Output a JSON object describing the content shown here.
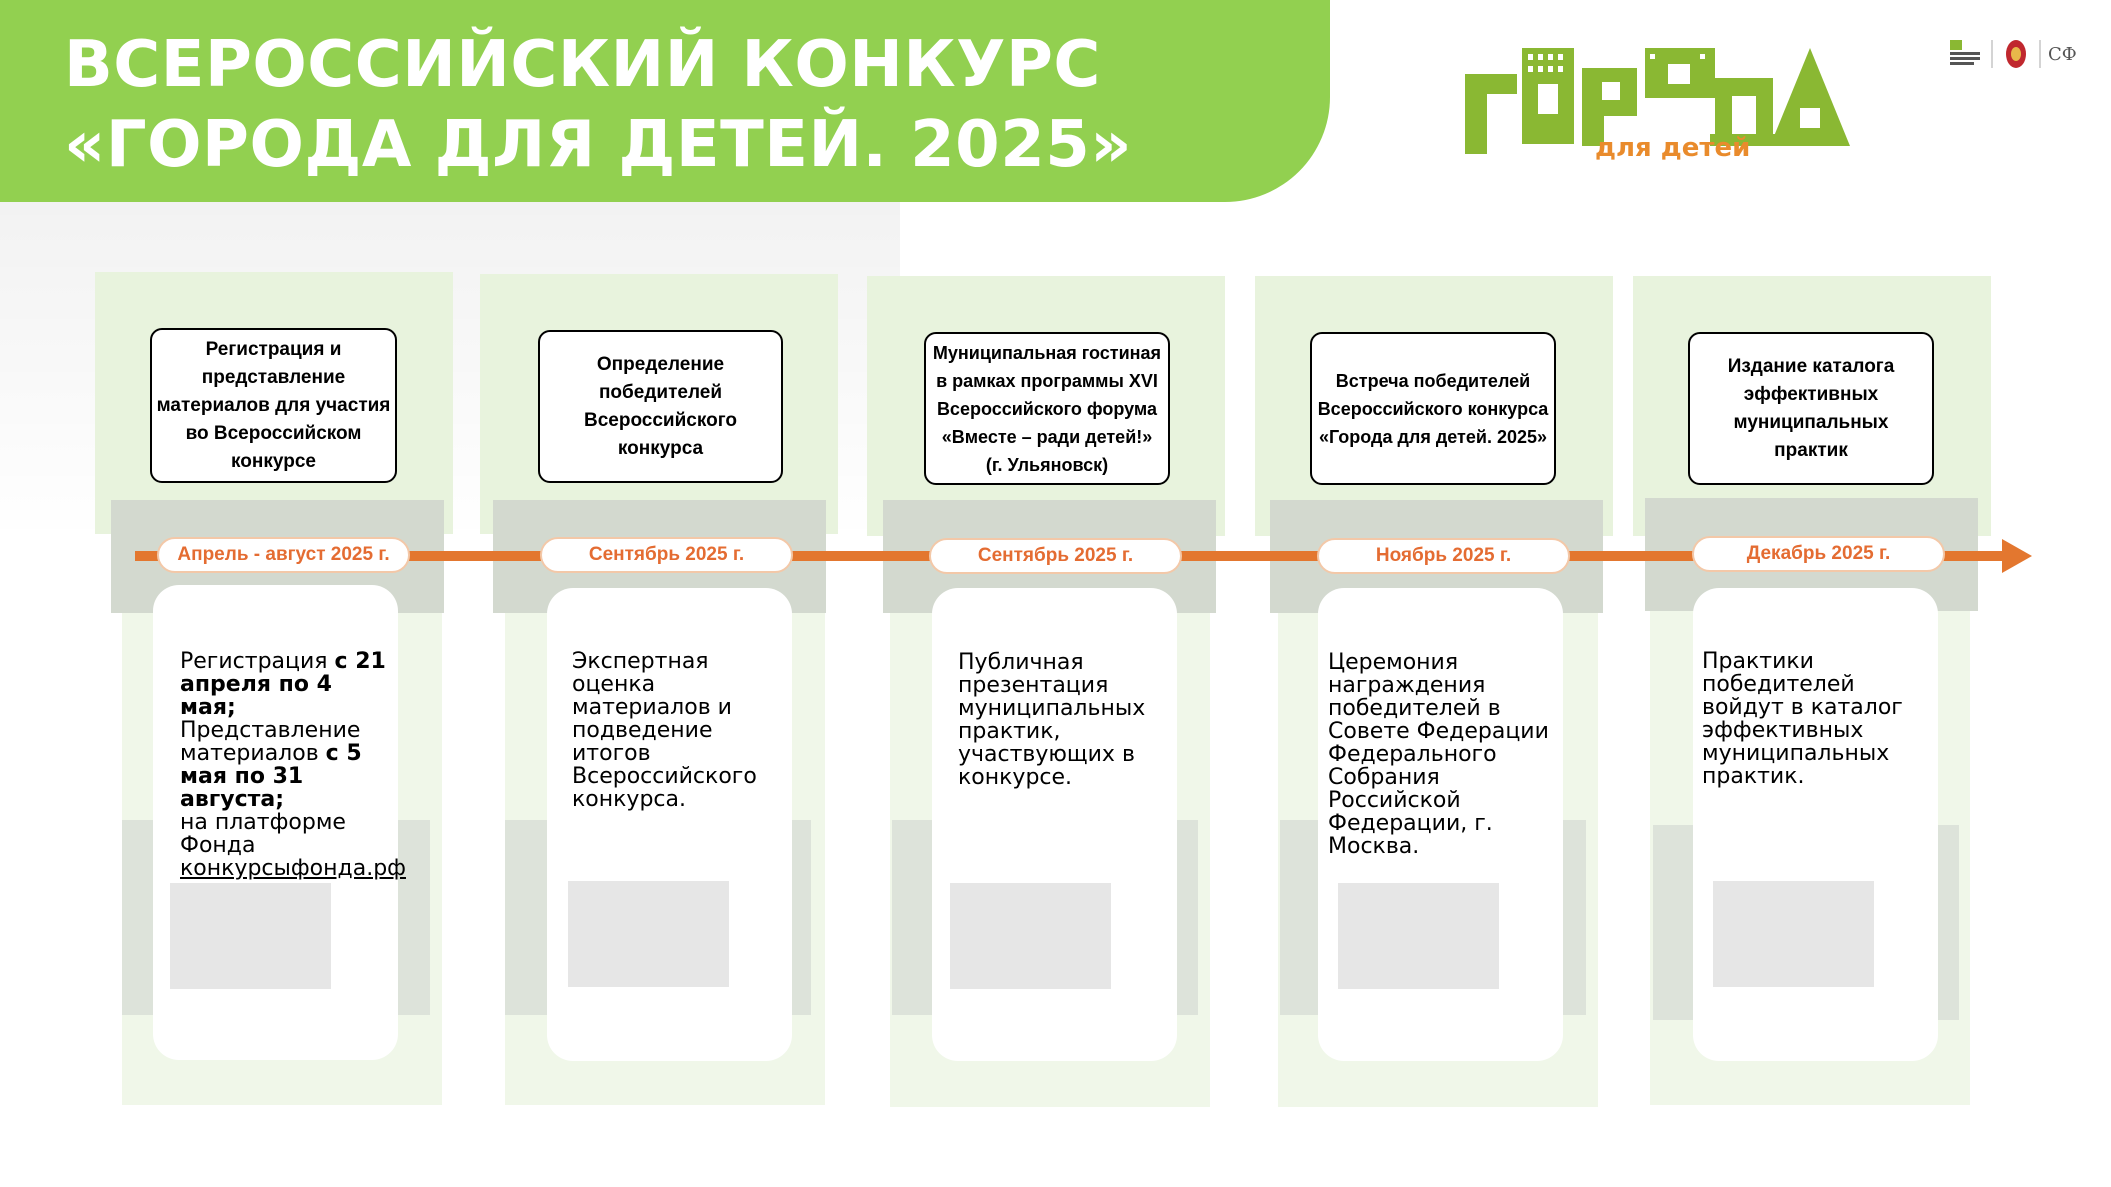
{
  "header": {
    "title_line1": "ВСЕРОССИЙСКИЙ КОНКУРС",
    "title_line2": "«ГОРОДА ДЛЯ ДЕТЕЙ. 2025»"
  },
  "logo": {
    "main_text": "ГОРОДА",
    "sub_text": "для детей",
    "colors": {
      "green": "#8ab833",
      "orange": "#e98b2c"
    }
  },
  "partner_logos": [
    "fund-logo",
    "emblem-logo",
    "sf-logo"
  ],
  "colors": {
    "accent_green": "#92d050",
    "timeline_orange": "#e3772f",
    "date_text": "#e46c32"
  },
  "steps": [
    {
      "title": "Регистрация и\nпредставление\nматериалов для участия\nво Всероссийском\nконкурсе",
      "date": "Апрель - август 2025 г.",
      "desc_intro": "Регистрация ",
      "desc_bold1": "с 21 апреля по 4 мая;",
      "desc_mid": "Представление материалов ",
      "desc_bold2": "с 5 мая по 31 августа;",
      "desc_tail": "на платформе Фонда",
      "desc_link": "конкурсыфонда.рф"
    },
    {
      "title": "Определение\nпобедителей\nВсероссийского\nконкурса",
      "date": "Сентябрь 2025 г.",
      "desc": "Экспертная оценка материалов и подведение итогов Всероссийского конкурса."
    },
    {
      "title": "Муниципальная гостиная\nв рамках программы XVI\nВсероссийского форума\n«Вместе – ради детей!»\n(г. Ульяновск)",
      "date": "Сентябрь 2025 г.",
      "desc": "Публичная презентация муниципальных практик, участвующих в конкурсе."
    },
    {
      "title": "Встреча победителей\nВсероссийского конкурса\n«Города для детей. 2025»",
      "date": "Ноябрь 2025 г.",
      "desc": "Церемония награждения победителей в Совете Федерации Федерального Собрания Российской Федерации, г. Москва."
    },
    {
      "title": "Издание каталога\nэффективных\nмуниципальных\nпрактик",
      "date": "Декабрь 2025 г.",
      "desc": "Практики победителей войдут в каталог эффективных муниципальных практик."
    }
  ]
}
